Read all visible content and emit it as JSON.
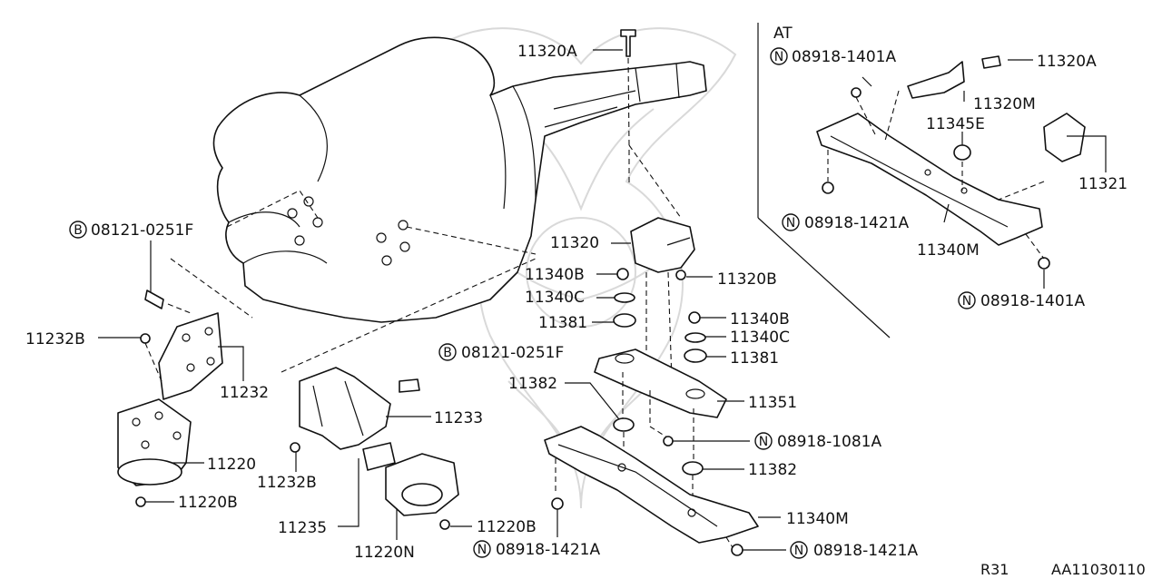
{
  "section_label": "AT",
  "footer": {
    "model": "R31",
    "code": "AA11030110"
  },
  "callouts": {
    "c_11320A_top": "11320A",
    "c_11320A_at": "11320A",
    "c_08918_1401A_at1": "08918-1401A",
    "c_11320M": "11320M",
    "c_11345E": "11345E",
    "c_11321": "11321",
    "c_08918_1421A_at": "08918-1421A",
    "c_11340M_at": "11340M",
    "c_08918_1401A_at2": "08918-1401A",
    "c_08121_0251F_left": "08121-0251F",
    "c_11232B_left": "11232B",
    "c_11232": "11232",
    "c_11220": "11220",
    "c_11220B_left": "11220B",
    "c_11320": "11320",
    "c_11340B_left": "11340B",
    "c_11340C_left": "11340C",
    "c_11381_left": "11381",
    "c_11320B": "11320B",
    "c_11340B_right": "11340B",
    "c_11340C_right": "11340C",
    "c_11381_right": "11381",
    "c_08121_0251F_mid": "08121-0251F",
    "c_11382_left": "11382",
    "c_11351": "11351",
    "c_11233": "11233",
    "c_08918_1081A": "08918-1081A",
    "c_11232B_mid": "11232B",
    "c_11382_right": "11382",
    "c_11235": "11235",
    "c_11220B_mid": "11220B",
    "c_11220N": "11220N",
    "c_08918_1421A_bl": "08918-1421A",
    "c_11340M_main": "11340M",
    "c_08918_1421A_br": "08918-1421A"
  },
  "prefix_symbols": {
    "bolt": "B",
    "nut": "N"
  }
}
